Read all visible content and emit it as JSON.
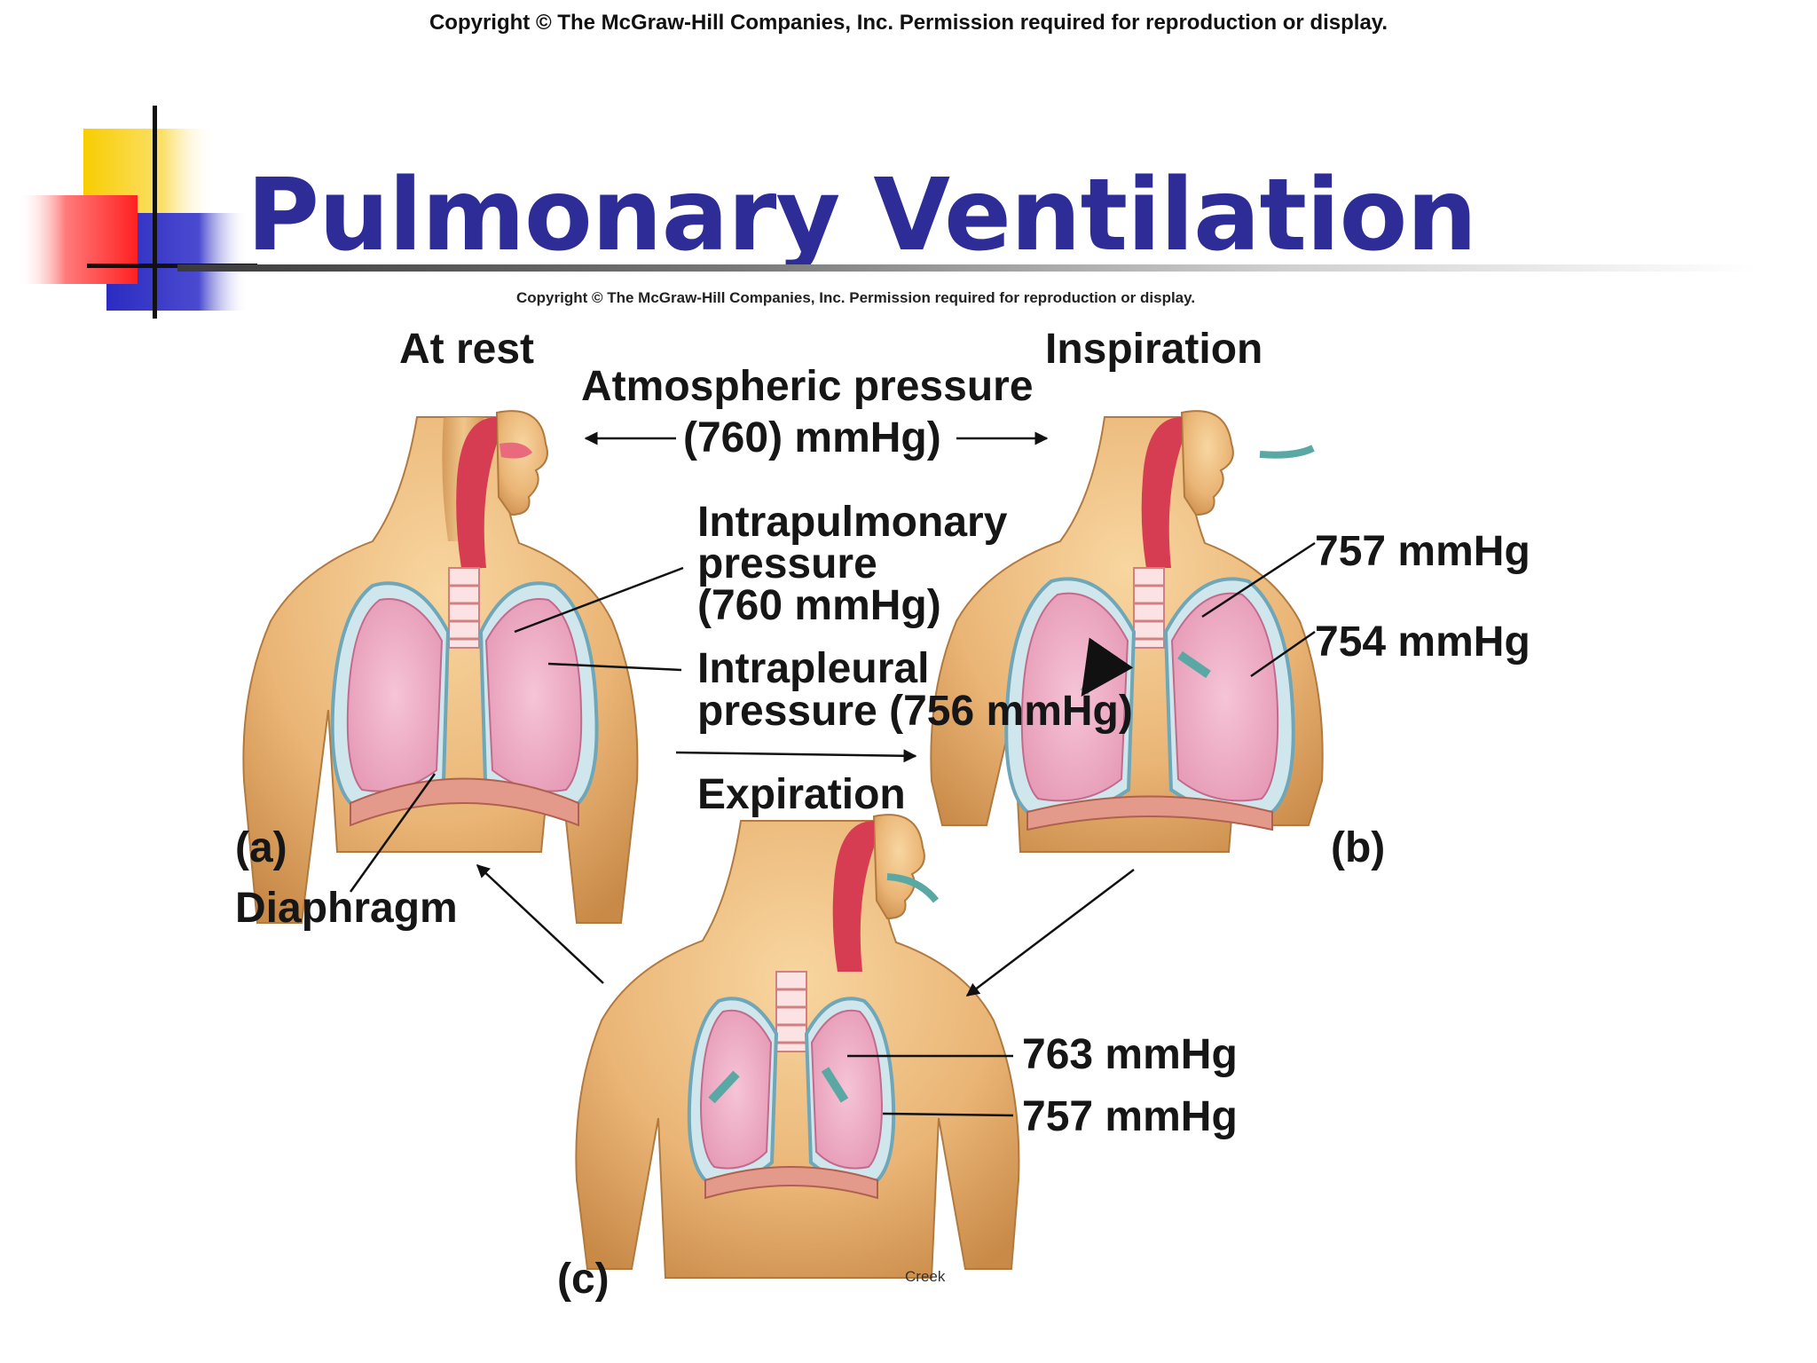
{
  "slide": {
    "copyright": "Copyright © The McGraw-Hill Companies, Inc. Permission required for reproduction or display.",
    "title": "Pulmonary Ventilation",
    "title_color": "#2e2d98",
    "decor_colors": [
      "#f8cd00",
      "#ff2a2a",
      "#2b2bc2",
      "#111111"
    ]
  },
  "figure": {
    "copyright": "Copyright © The McGraw-Hill Companies, Inc. Permission required for reproduction or display.",
    "headings": {
      "at_rest": "At rest",
      "inspiration": "Inspiration",
      "expiration": "Expiration"
    },
    "atmospheric": {
      "line1": "Atmospheric pressure",
      "line2": "(760) mmHg)"
    },
    "intrapulmonary": {
      "line1": "Intrapulmonary",
      "line2": "pressure",
      "line3": "(760 mmHg)"
    },
    "intrapleural": {
      "line1": "Intrapleural",
      "line2": "pressure (756 mmHg)"
    },
    "inspiration_values": {
      "intrapulmonary": "757 mmHg",
      "intrapleural": "754 mmHg"
    },
    "expiration_values": {
      "intrapulmonary": "763 mmHg",
      "intrapleural": "757 mmHg"
    },
    "panels": {
      "a": "(a)",
      "b": "(b)",
      "c": "(c)"
    },
    "diaphragm": "Diaphragm",
    "credit": "Creek"
  }
}
